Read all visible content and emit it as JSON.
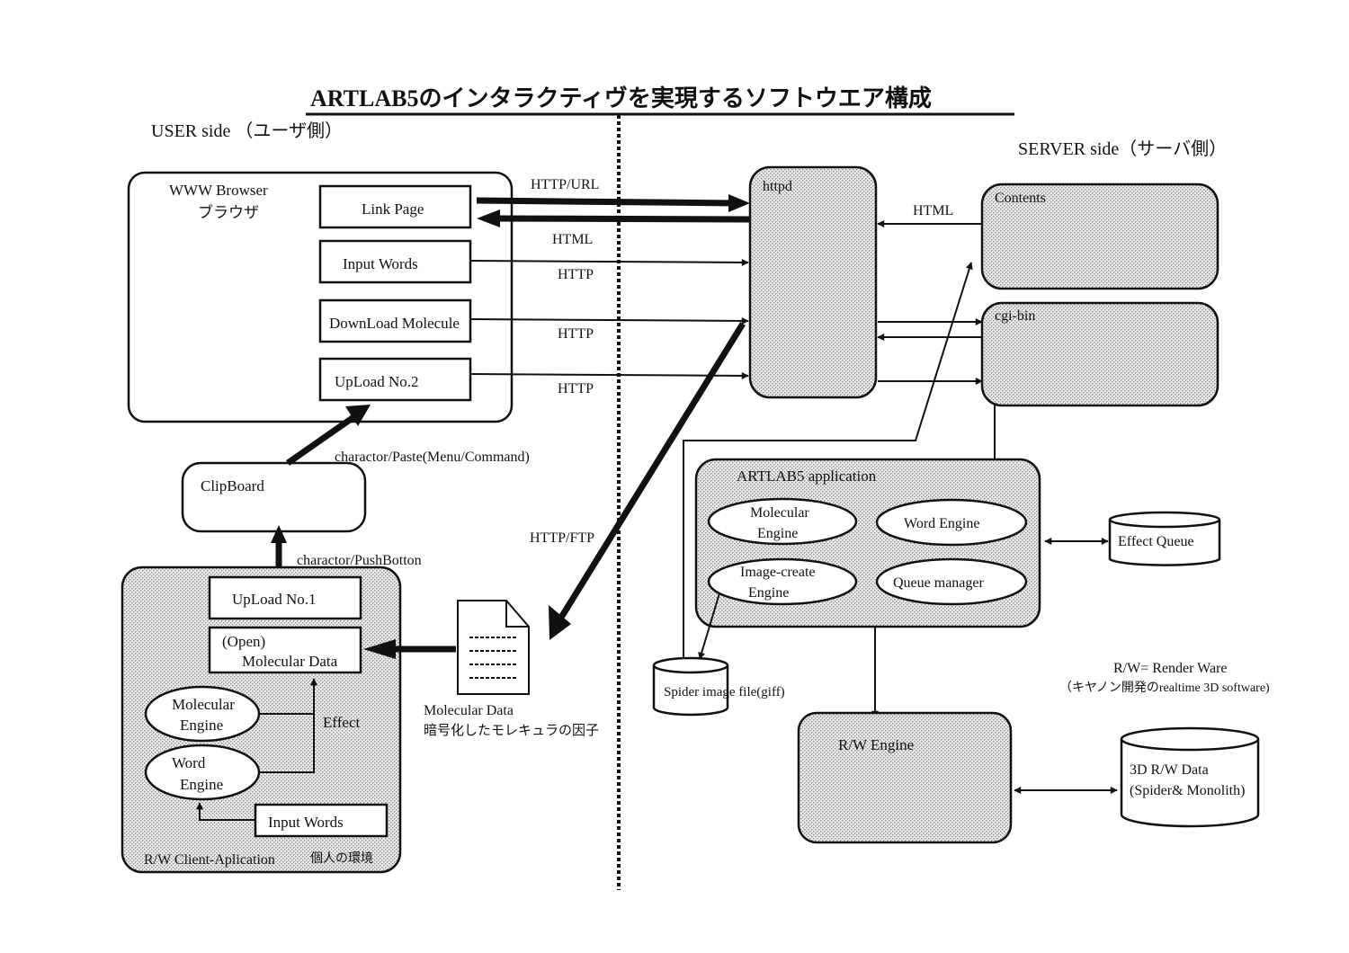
{
  "title": "ARTLAB5のインタラクティヴを実現するソフトウエア構成",
  "user_side": "USER side （ユーザ側）",
  "server_side": "SERVER side（サーバ側）",
  "browser": {
    "title_en": "WWW Browser",
    "title_jp": "ブラウザ",
    "items": [
      "Link Page",
      "Input Words",
      "DownLoad Molecule",
      "UpLoad No.2"
    ]
  },
  "clipboard": "ClipBoard",
  "client_app": {
    "upload1": "UpLoad No.1",
    "open_line1": "(Open)",
    "open_line2": "Molecular Data",
    "mol_engine_1": "Molecular",
    "mol_engine_2": "Engine",
    "word_engine_1": "Word",
    "word_engine_2": "Engine",
    "effect": "Effect",
    "input_words": "Input Words",
    "footer": "R/W Client-Aplication",
    "footer_jp": "個人の環境"
  },
  "file": {
    "label1": "Molecular Data",
    "label2": "暗号化したモレキュラの因子"
  },
  "labels": {
    "http_url": "HTTP/URL",
    "html_1": "HTML",
    "http_1": "HTTP",
    "http_2": "HTTP",
    "http_3": "HTTP",
    "html_2": "HTML",
    "http_ftp": "HTTP/FTP",
    "paste": "charactor/Paste(Menu/Command)",
    "push": "charactor/PushBotton"
  },
  "server": {
    "httpd": "httpd",
    "contents": "Contents",
    "cgi": "cgi-bin"
  },
  "app": {
    "title": "ARTLAB5 application",
    "mol_1": "Molecular",
    "mol_2": "Engine",
    "word": "Word Engine",
    "img_1": "Image-create",
    "img_2": "Engine",
    "queue": "Queue manager"
  },
  "effect_queue": "Effect Queue",
  "spider_file": "Spider image file(giff)",
  "rw_engine": "R/W  Engine",
  "rw_data_1": "3D R/W Data",
  "rw_data_2": "(Spider& Monolith)",
  "note_1": "R/W= Render Ware",
  "note_2": "（キヤノン開発のrealtime 3D software)"
}
